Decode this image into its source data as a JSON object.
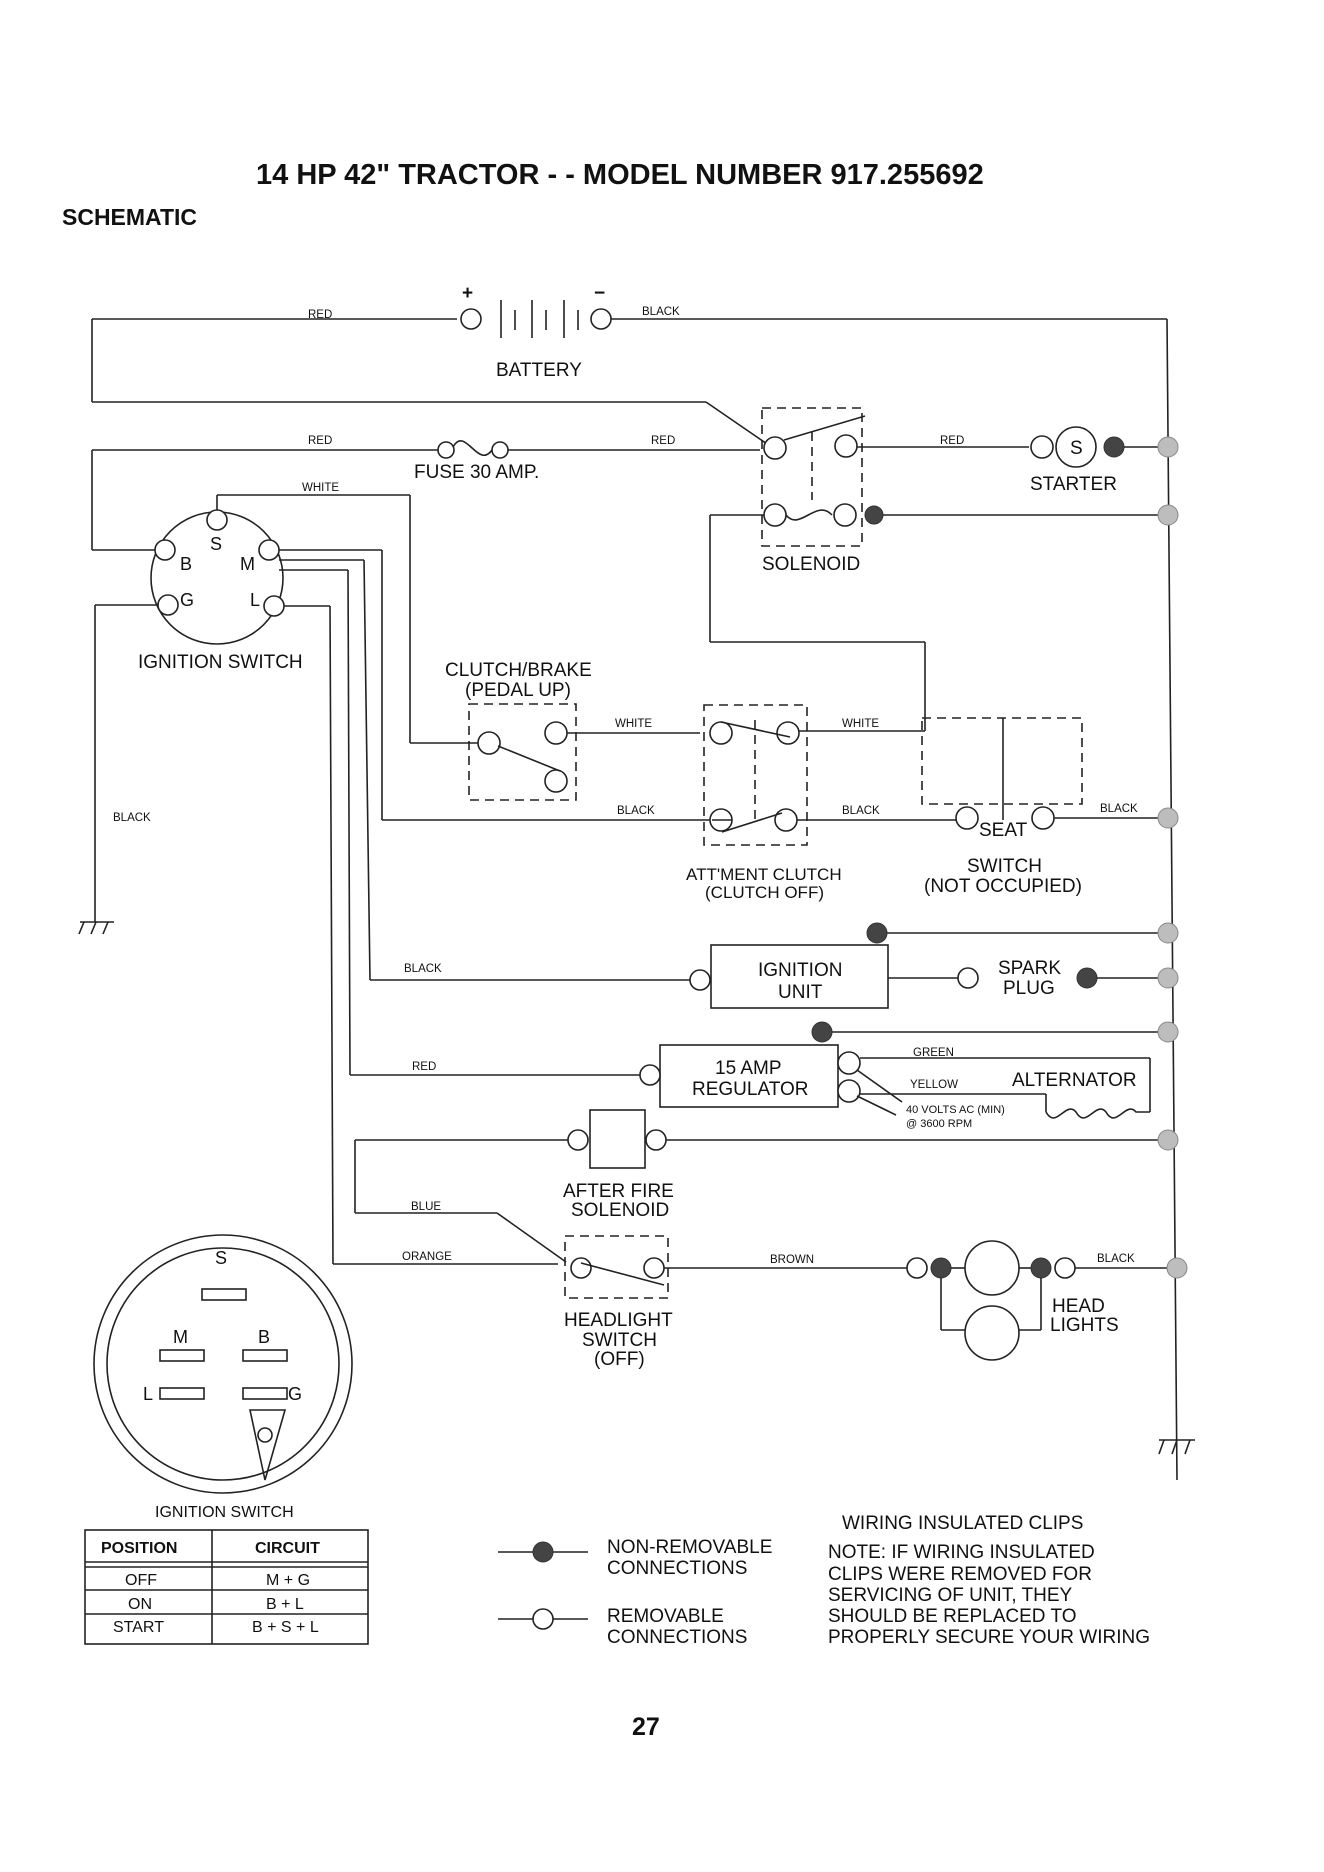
{
  "header": {
    "title": "14 HP 42\" TRACTOR - - MODEL NUMBER 917.255692",
    "subtitle": "SCHEMATIC"
  },
  "components": {
    "battery": "BATTERY",
    "battery_plus": "+",
    "battery_minus": "−",
    "fuse": "FUSE 30 AMP.",
    "starter": "STARTER",
    "starter_s": "S",
    "solenoid": "SOLENOID",
    "ignition_switch": "IGNITION SWITCH",
    "clutch_brake_1": "CLUTCH/BRAKE",
    "clutch_brake_2": "(PEDAL UP)",
    "attment_1": "ATT'MENT CLUTCH",
    "attment_2": "(CLUTCH OFF)",
    "seat_1": "SEAT",
    "seat_2": "SWITCH",
    "seat_3": "(NOT OCCUPIED)",
    "ignition_unit_1": "IGNITION",
    "ignition_unit_2": "UNIT",
    "spark_1": "SPARK",
    "spark_2": "PLUG",
    "regulator_1": "15 AMP",
    "regulator_2": "REGULATOR",
    "alternator": "ALTERNATOR",
    "alt_note_1": "40 VOLTS AC (MIN)",
    "alt_note_2": "@ 3600 RPM",
    "afterfire_1": "AFTER FIRE",
    "afterfire_2": "SOLENOID",
    "headlight_sw_1": "HEADLIGHT",
    "headlight_sw_2": "SWITCH",
    "headlight_sw_3": "(OFF)",
    "headlights_1": "HEAD",
    "headlights_2": "LIGHTS"
  },
  "ignition_pins": {
    "b": "B",
    "s": "S",
    "m": "M",
    "g": "G",
    "l": "L"
  },
  "wires": {
    "red1": "RED",
    "black1": "BLACK",
    "red2": "RED",
    "red3": "RED",
    "red4": "RED",
    "white1": "WHITE",
    "white2": "WHITE",
    "white3": "WHITE",
    "black_left": "BLACK",
    "black2": "BLACK",
    "black3": "BLACK",
    "black4": "BLACK",
    "black5": "BLACK",
    "red5": "RED",
    "green": "GREEN",
    "yellow": "YELLOW",
    "blue": "BLUE",
    "orange": "ORANGE",
    "brown": "BROWN",
    "black6": "BLACK"
  },
  "ignition_switch_table": {
    "caption": "IGNITION SWITCH",
    "columns": [
      "POSITION",
      "CIRCUIT"
    ],
    "rows": [
      [
        "OFF",
        "M + G"
      ],
      [
        "ON",
        "B + L"
      ],
      [
        "START",
        "B + S + L"
      ]
    ]
  },
  "legend": {
    "non_removable_1": "NON-REMOVABLE",
    "non_removable_2": "CONNECTIONS",
    "removable_1": "REMOVABLE",
    "removable_2": "CONNECTIONS"
  },
  "note": {
    "heading": "WIRING INSULATED CLIPS",
    "line1": "NOTE: IF WIRING INSULATED",
    "line2": "CLIPS WERE REMOVED FOR",
    "line3": "SERVICING OF UNIT, THEY",
    "line4": "SHOULD BE REPLACED TO",
    "line5": "PROPERLY SECURE YOUR WIRING"
  },
  "page_number": "27"
}
